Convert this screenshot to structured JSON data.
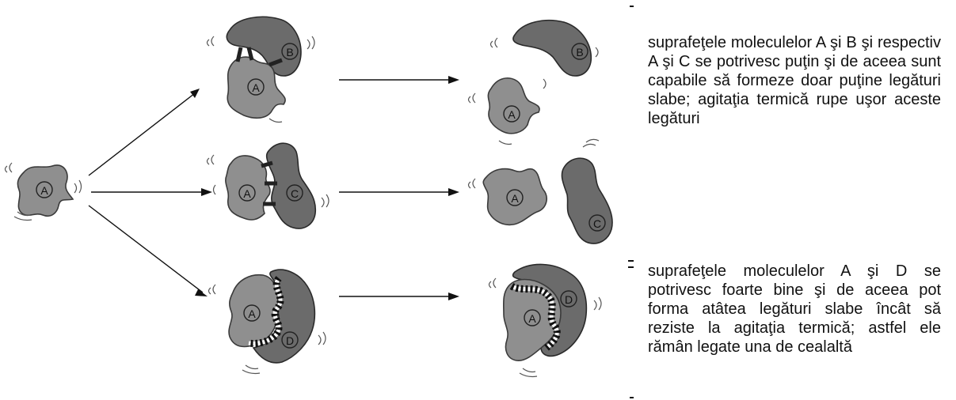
{
  "labels": {
    "a": "A",
    "b": "B",
    "c": "C",
    "d": "D"
  },
  "captions": {
    "weak": "suprafeţele moleculelor A şi B şi respectiv A şi C se potrivesc puţin şi de aceea sunt capabile să formeze doar puţine legături slabe; agitaţia termică rupe uşor aceste legături",
    "strong": "suprafeţele moleculelor A şi D se potrivesc foarte bine şi de aceea pot forma atâtea legături slabe încât să reziste la agitaţia termică; astfel ele rămân legate una de cealaltă"
  }
}
